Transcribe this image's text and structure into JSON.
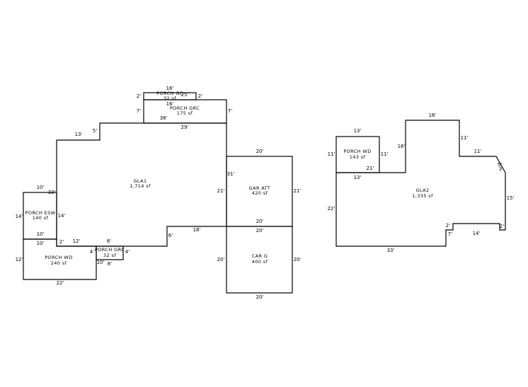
{
  "areas": {
    "porch_gc_top": {
      "name": "PORCH GC",
      "area": "32 sf"
    },
    "porch_grc_top": {
      "name": "PORCH GRC",
      "area": "175 sf"
    },
    "gla1": {
      "name": "GLA1",
      "area": "1,714 sf"
    },
    "porch_esw": {
      "name": "PORCH ESW",
      "area": "140 sf"
    },
    "porch_wd_left": {
      "name": "PORCH WD",
      "area": "240 sf"
    },
    "porch_grc_small": {
      "name": "PORCH GRC",
      "area": "32 sf"
    },
    "gar_att": {
      "name": "GAR ATT",
      "area": "420 sf"
    },
    "car_g": {
      "name": "CAR G",
      "area": "400 sf"
    },
    "porch_wd_right": {
      "name": "PORCH WD",
      "area": "143 sf"
    },
    "gla2": {
      "name": "GLA2",
      "area": "1,335 sf"
    }
  },
  "dimensions": {
    "pgc_top": "16'",
    "pgc_left": "2'",
    "pgc_right": "2'",
    "pgc_inner": "25'",
    "pgrc_top": "16'",
    "pgrc_left": "7'",
    "pgrc_right": "7'",
    "pgrc_inner": "38'",
    "pgrc_bottom": "29'",
    "gla1_top_left": "13'",
    "gla1_step": "5'",
    "gla1_right_upper": "31'",
    "gla1_left_upper": "33'",
    "gla1_bottom_left": "12'",
    "gla1_bottom_mid": "8'",
    "gla1_step_low": "6'",
    "gla1_bottom_right": "18'",
    "gla1_corner": "2'",
    "esw_top": "10'",
    "esw_left": "14'",
    "esw_right": "14'",
    "esw_bottom": "10'",
    "pwd_top": "10'",
    "pwd_left": "12'",
    "pwd_bottom": "22'",
    "pgrc_s_left": "4'",
    "pgrc_s_right": "4'",
    "pgrc_s_bottom": "8'",
    "pgrc_s_mid": "10'",
    "gar_top": "20'",
    "gar_left": "21'",
    "gar_right": "21'",
    "gar_bottom": "20'",
    "carg_top": "20'",
    "carg_left": "20'",
    "carg_right": "20'",
    "carg_bottom": "20'",
    "pwd2_top": "13'",
    "pwd2_left": "11'",
    "pwd2_right": "11'",
    "pwd2_bottom": "21'",
    "gla2_top": "16'",
    "gla2_inner": "16'",
    "gla2_top_left": "13'",
    "gla2_right_a": "11'",
    "gla2_right_b": "11'",
    "gla2_diag": "5'",
    "gla2_diag2": "3'",
    "gla2_right": "15'",
    "gla2_left": "22'",
    "gla2_bottom": "33'",
    "gla2_notch_a": "2'",
    "gla2_notch_b": "7'",
    "gla2_notch_c": "14'",
    "gla2_notch_d": "2'"
  }
}
